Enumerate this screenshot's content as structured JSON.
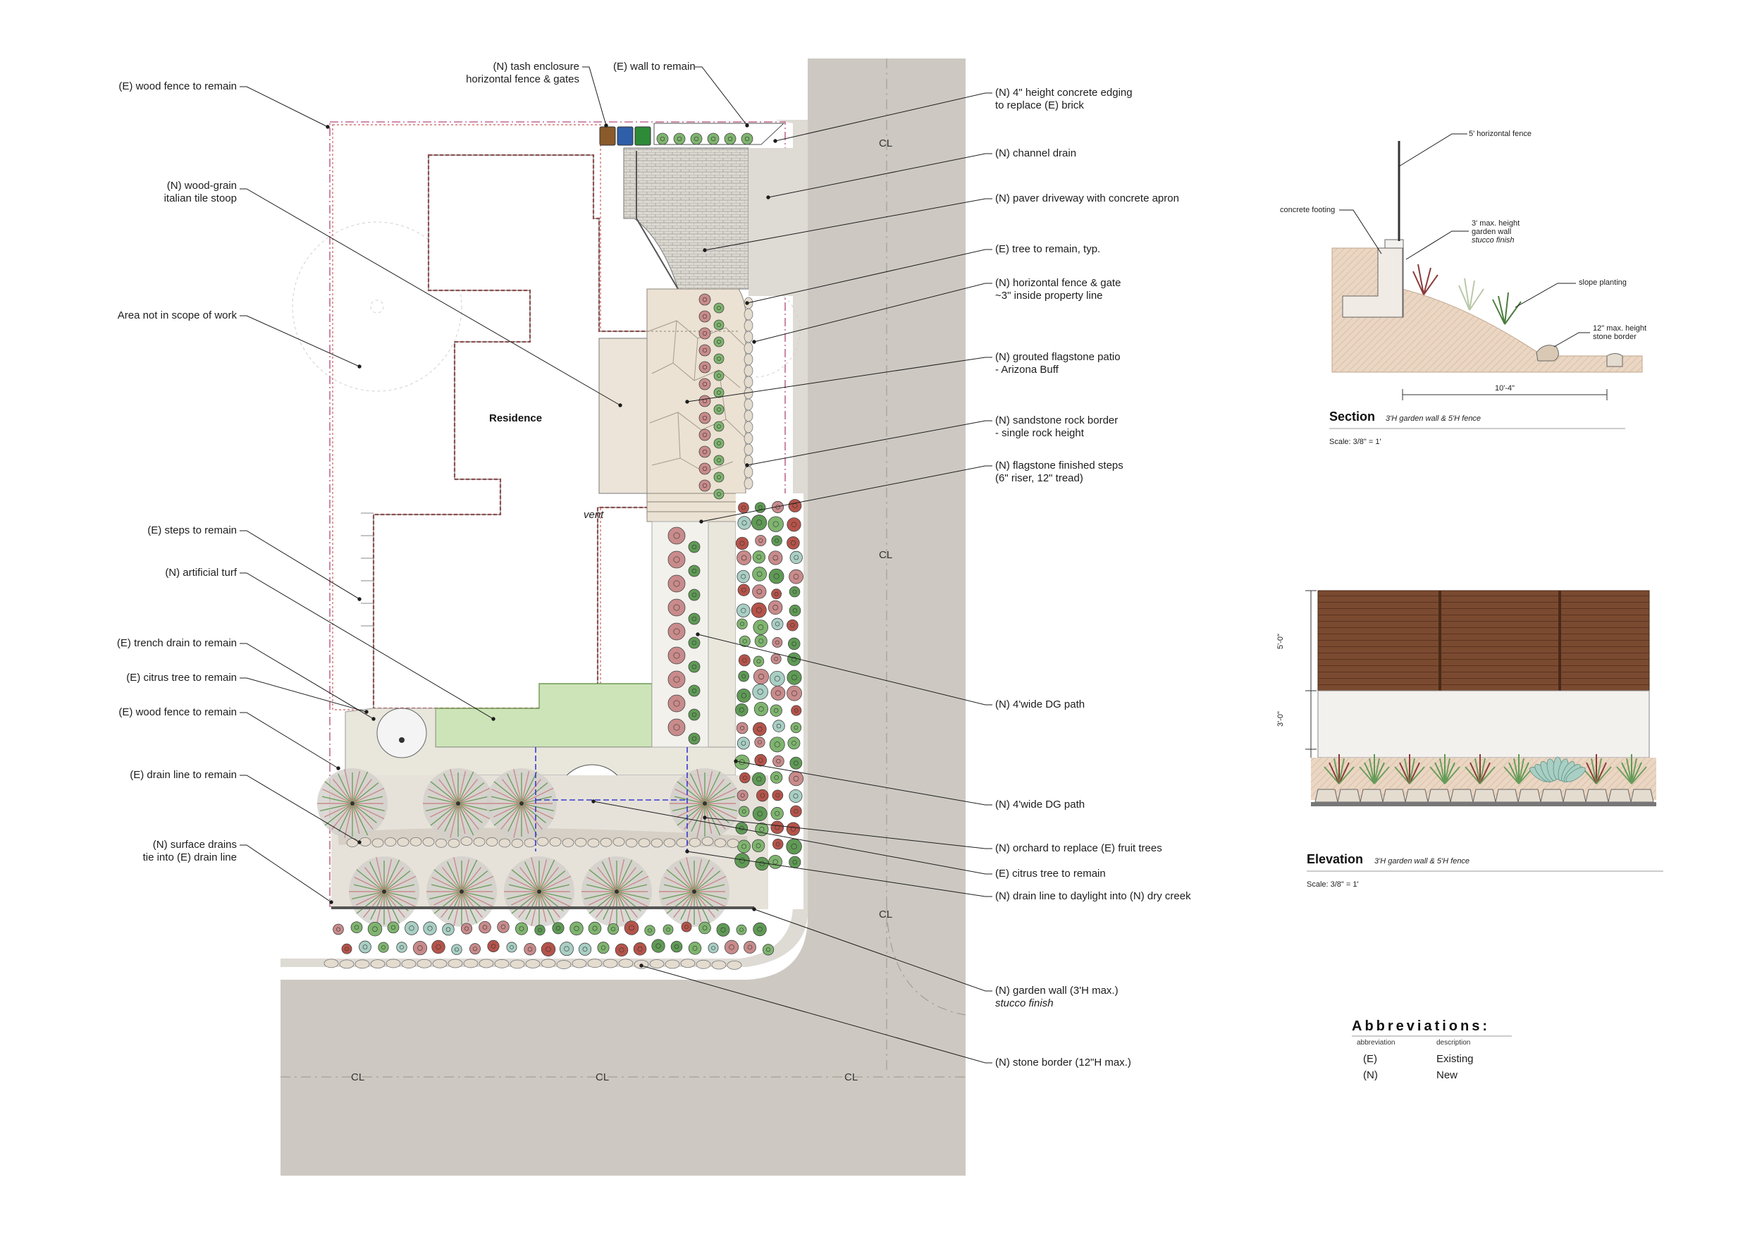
{
  "plan": {
    "residence": "Residence",
    "vent": "vent",
    "centerline": "CL",
    "callouts_left": [
      "(E) wood fence to remain",
      "(N) wood-grain",
      "italian tile stoop",
      "Area not in scope of work",
      "(E) steps to remain",
      "(N) artificial turf",
      "(E) trench drain to remain",
      "(E) citrus tree to remain",
      "(E) wood fence to remain",
      "(E) drain line to remain",
      "(N) surface drains",
      "tie into (E) drain line"
    ],
    "callouts_top": [
      "(N) tash enclosure",
      "horizontal fence & gates",
      "(E) wall to remain"
    ],
    "callouts_right": [
      "(N) 4\" height concrete edging",
      "to replace (E) brick",
      "(N) channel drain",
      "(N) paver driveway with concrete apron",
      "(E) tree to remain, typ.",
      "(N) horizontal fence & gate",
      "~3\" inside property line",
      "(N) grouted flagstone patio",
      "- Arizona Buff",
      "(N) sandstone rock border",
      "- single rock height",
      "(N) flagstone finished steps",
      "(6\" riser, 12\" tread)",
      "(N) 4'wide DG path",
      "(N) 4'wide DG path",
      "(N) orchard to replace (E) fruit trees",
      "(E) citrus tree to remain",
      "(N) drain line to daylight into (N) dry creek",
      "(N) garden wall (3'H max.)",
      "stucco finish",
      "(N) stone border (12\"H max.)"
    ]
  },
  "section": {
    "title": "Section",
    "subtitle": "3'H garden wall & 5'H fence",
    "scale": "Scale: 3/8\" = 1'",
    "labels": [
      "5' horizontal fence",
      "concrete footing",
      "3' max. height",
      "garden wall",
      "stucco finish",
      "slope planting",
      "12\" max. height",
      "stone border"
    ],
    "dimension": "10'-4\""
  },
  "elevation": {
    "title": "Elevation",
    "subtitle": "3'H garden wall & 5'H fence",
    "scale": "Scale: 3/8\" = 1'",
    "dim_fence": "5'-0\"",
    "dim_wall": "3'-0\""
  },
  "abbreviations": {
    "title": "Abbreviations:",
    "col_abbr": "abbreviation",
    "col_desc": "description",
    "rows": [
      {
        "abbr": "(E)",
        "desc": "Existing"
      },
      {
        "abbr": "(N)",
        "desc": "New"
      }
    ]
  },
  "colors": {
    "street": "#cdc9c2",
    "turf": "#cde4b8",
    "dg_path": "#e9e6dc",
    "flagstone": "#ece4d8",
    "pavers": "#d9d6d0",
    "fence_wood": "#7a4a30",
    "stucco": "#f3f1ee",
    "soil": "#e8d3bf",
    "property_line": "#c06a90",
    "plant_green": "#7fb56f",
    "plant_red": "#b5534a",
    "succulent": "#a9cfc4"
  }
}
